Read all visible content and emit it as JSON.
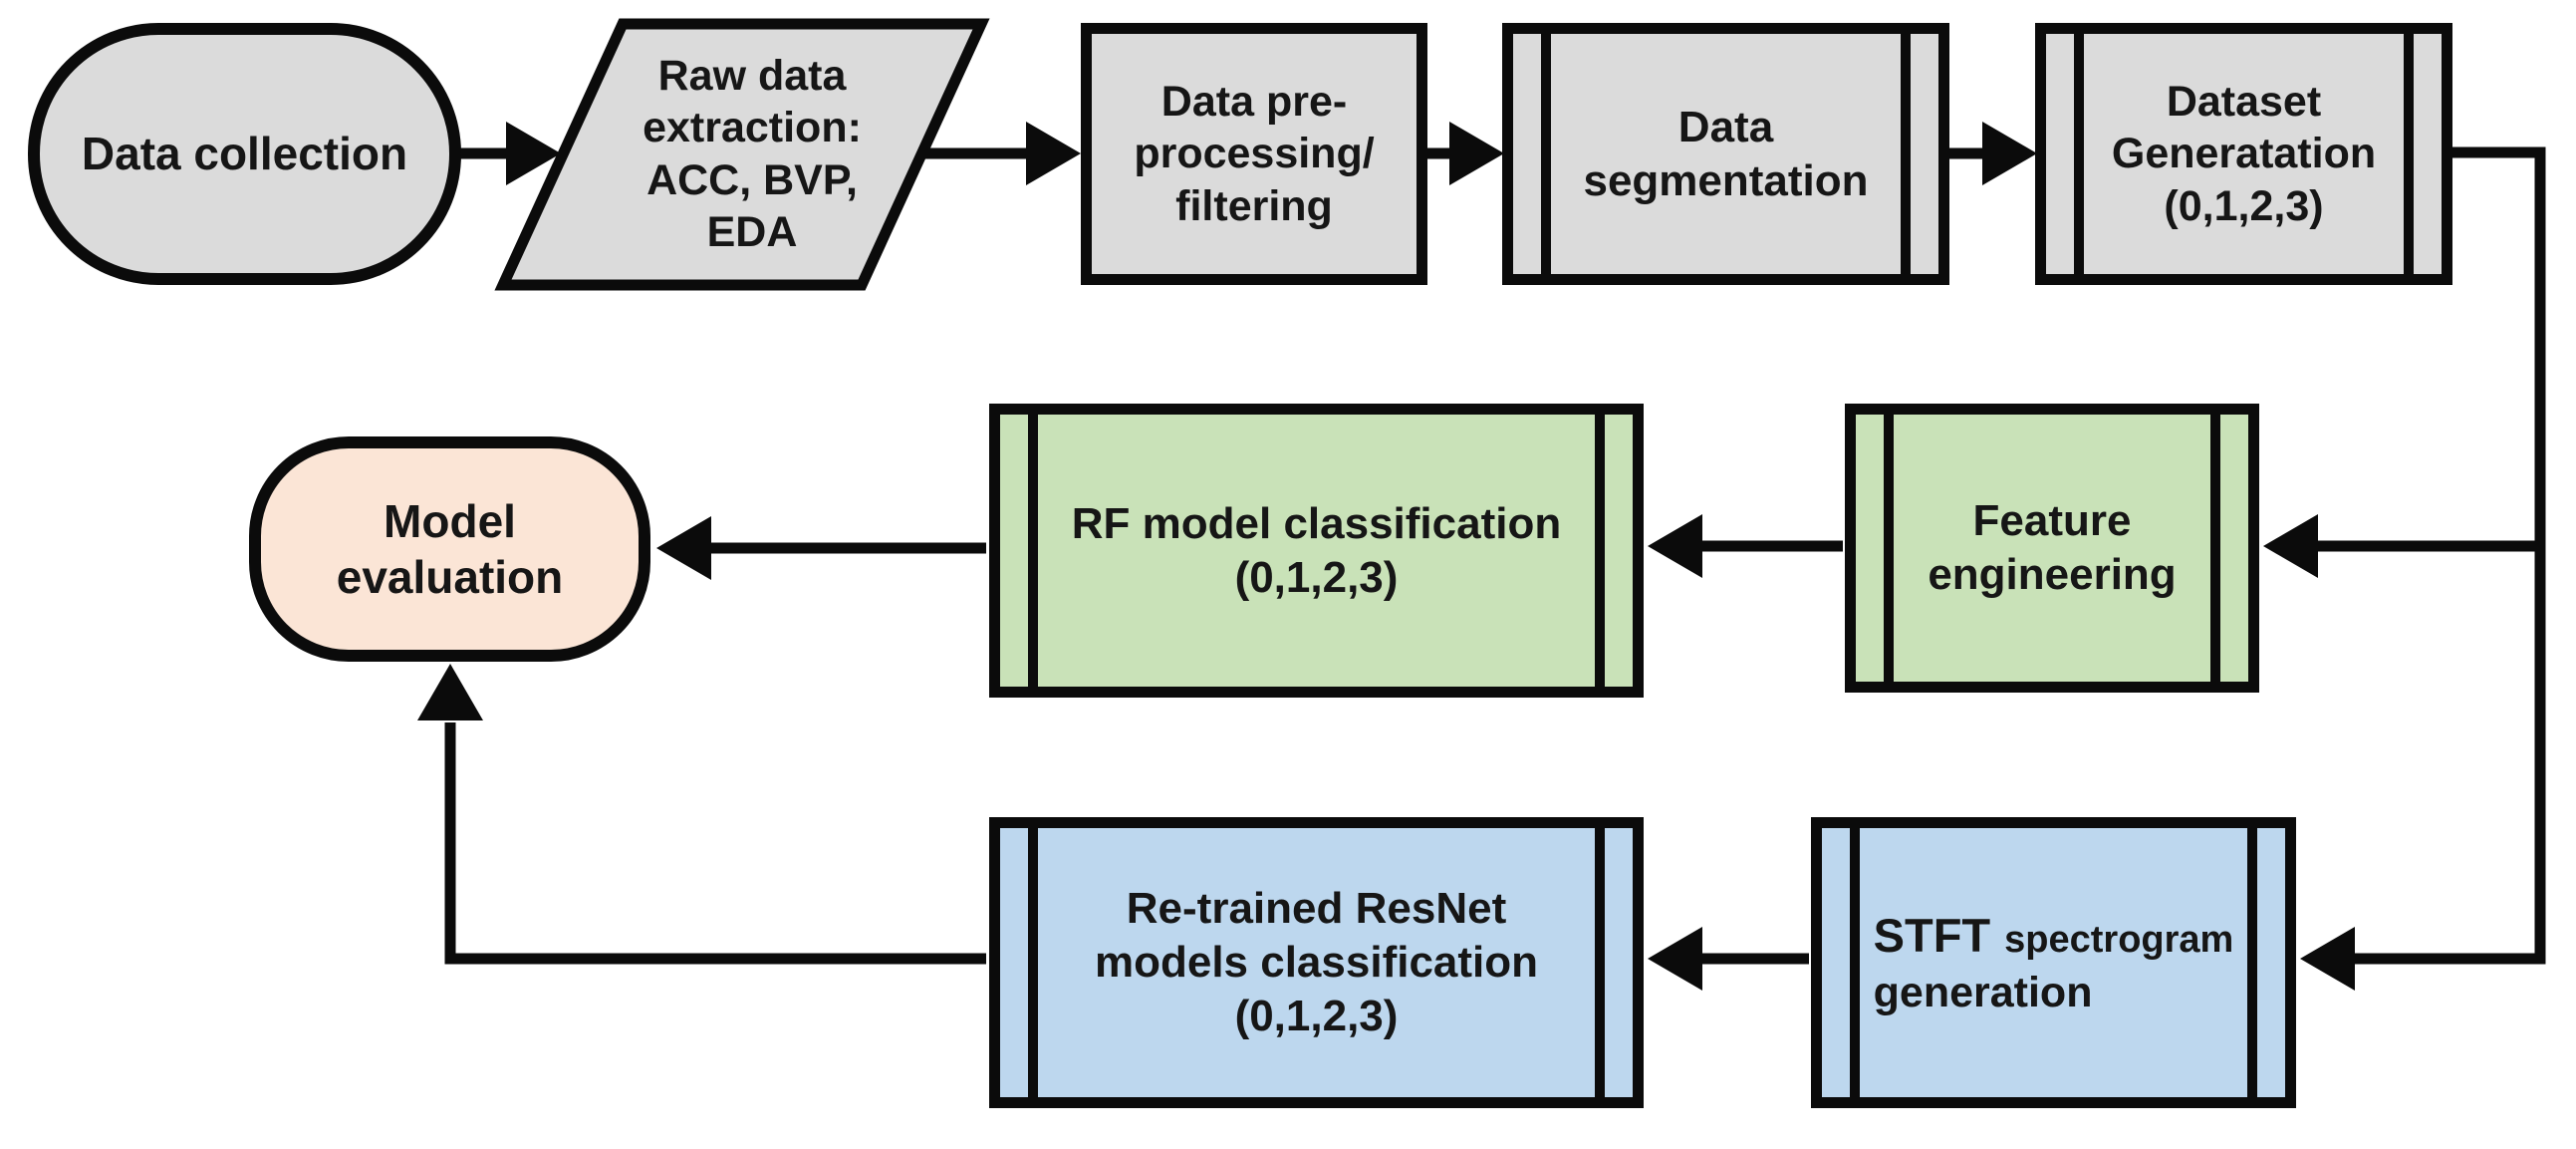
{
  "colors": {
    "gray": "#dbdbdb",
    "green": "#c9e2b8",
    "blue": "#bdd7ee",
    "peach": "#fbe5d6",
    "line": "#0b0b0b"
  },
  "nodes": {
    "data_collection": {
      "label": "Data collection",
      "shape": "stadium"
    },
    "raw_data_extraction": {
      "label": "Raw data\nextraction:\nACC, BVP,\nEDA",
      "shape": "parallelogram"
    },
    "data_preprocessing": {
      "label": "Data pre-\nprocessing/\nfiltering",
      "shape": "process"
    },
    "data_segmentation": {
      "label": "Data\nsegmentation",
      "shape": "predefined-process"
    },
    "dataset_generation": {
      "label": "Dataset\nGeneratation\n(0,1,2,3)",
      "shape": "predefined-process"
    },
    "model_evaluation": {
      "label": "Model\nevaluation",
      "shape": "stadium"
    },
    "rf_classification": {
      "label": "RF model classification\n(0,1,2,3)",
      "shape": "predefined-process"
    },
    "feature_engineering": {
      "label": "Feature\nengineering",
      "shape": "predefined-process"
    },
    "resnet_classification": {
      "label": "Re-trained ResNet\nmodels classification\n(0,1,2,3)",
      "shape": "predefined-process"
    },
    "stft_generation": {
      "word_stft": "STFT",
      "word_spectrogram": "spectrogram",
      "word_generation": "generation",
      "shape": "predefined-process"
    }
  }
}
